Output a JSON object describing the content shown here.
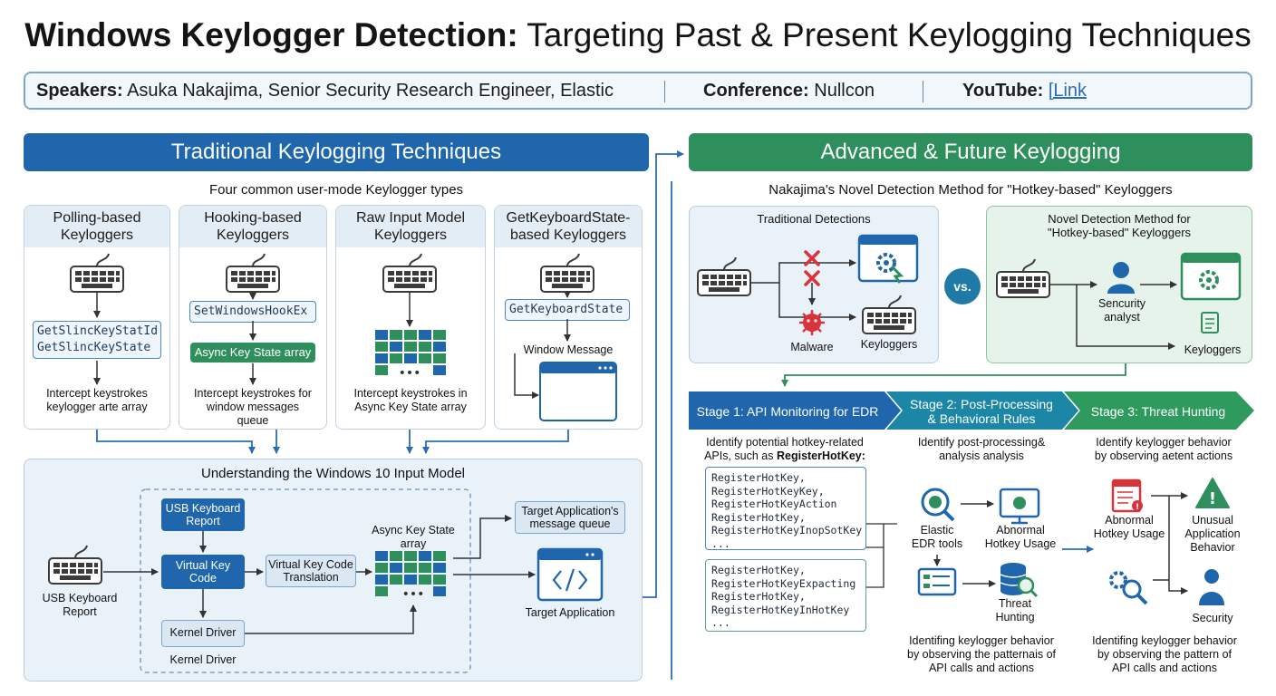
{
  "title": {
    "bold": "Windows Keylogger Detection:",
    "rest": "Targeting Past & Present Keylogging Techniques"
  },
  "info": {
    "speakers_label": "Speakers:",
    "speakers_value": "Asuka Nakajima, Senior Security Research Engineer, Elastic",
    "conference_label": "Conference:",
    "conference_value": "Nullcon",
    "youtube_label": "YouTube:",
    "youtube_link": "[Link"
  },
  "left": {
    "banner": "Traditional Keylogging Techniques",
    "subtitle": "Four common user-mode Keylogger types",
    "cards": [
      {
        "title1": "Polling-based",
        "title2": "Keyloggers",
        "code": [
          "GetSlincKeyStatId",
          "GetSlincKeyState"
        ],
        "cap1": "Intercept keystrokes",
        "cap2": "keylogger arte array"
      },
      {
        "title1": "Hooking-based",
        "title2": "Keyloggers",
        "code": [
          "SetWindowsHookEx"
        ],
        "pill": "Async Key State array",
        "cap1": "Intercept keystrokes for",
        "cap2": "window messages",
        "cap3": "queue"
      },
      {
        "title1": "Raw Input Model",
        "title2": "Keyloggers",
        "cap1": "Intercept keystrokes in",
        "cap2": "Async Key State array"
      },
      {
        "title1": "GetKeyboardState-",
        "title2": "based Keyloggers",
        "code": [
          "GetKeyboardState"
        ],
        "winmsg": "Window Message",
        "win1": "Window",
        "win2": "message"
      }
    ],
    "input_model": {
      "title": "Understanding the Windows 10 Input Model",
      "usb_keyboard1": "USB Keyboard",
      "usb_keyboard2": "Report",
      "usb_report1": "USB Keyboard",
      "usb_report2": "Report",
      "vk1": "Virtual Key",
      "vk2": "Code",
      "vkt1": "Virtual Key Code",
      "vkt2": "Translation",
      "async1": "Async Key State",
      "async2": "array",
      "kernel": "Kernel Driver",
      "kernel_cap": "Kernel Driver",
      "queue1": "Target Application's",
      "queue2": "message queue",
      "target_app": "Target Application"
    }
  },
  "right": {
    "banner": "Advanced & Future Keylogging",
    "subtitle": "Nakajima's Novel Detection Method for \"Hotkey-based\" Keyloggers",
    "trad": {
      "title": "Traditional Detections",
      "malware": "Malware",
      "keyloggers": "Keyloggers"
    },
    "vs": "vs.",
    "novel": {
      "title1": "Novel Detection Method for",
      "title2": "\"Hotkey-based\" Keyloggers",
      "analyst1": "Sencurity",
      "analyst2": "analyst",
      "keyloggers": "Keyloggers"
    },
    "stages": [
      {
        "label": "Stage 1: API Monitoring for EDR"
      },
      {
        "label1": "Stage 2: Post-Processing",
        "label2": "& Behavioral Rules"
      },
      {
        "label": "Stage 3: Threat Hunting"
      }
    ],
    "s1": {
      "desc1": "Identify potential hotkey-related",
      "desc2": "APIs, such as",
      "desc_bold": "RegisterHotKey:",
      "list1": [
        "RegisterHotKey,",
        "RegisterHotKeyKey,",
        "RegisterHotKeyAction",
        "RegisterHotKey,",
        "RegisterHotKeyInopSotKey",
        "..."
      ],
      "list2": [
        "RegisterHotKey,",
        "RegisterHotKeyExpacting",
        "RegisterHotKey,",
        "RegisterHotKeyInHotKey",
        "..."
      ]
    },
    "s2": {
      "desc1": "Identify post-processing&",
      "desc2": "analysis analysis",
      "edr1": "Elastic",
      "edr2": "EDR tools",
      "abn1": "Abnormal",
      "abn2": "Hotkey Usage",
      "th1": "Threat",
      "th2": "Hunting",
      "foot1": "Identifing keylogger behavior",
      "foot2": "by observing the patternais of",
      "foot3": "API calls and actions"
    },
    "s3": {
      "desc1": "Identify keylogger behavior",
      "desc2": "by observing aetent actions",
      "abn1": "Abnormal",
      "abn2": "Hotkey Usage",
      "unusual1": "Unusual",
      "unusual2": "Application",
      "unusual3": "Behavior",
      "security": "Security",
      "foot1": "Identifing keylogger behavior",
      "foot2": "by observing the pattern of",
      "foot3": "API calls and actions"
    }
  },
  "colors": {
    "blue": "#1f66ad",
    "green": "#2e8f5c",
    "light_blue": "#e3edf6",
    "red": "#d9333a"
  }
}
